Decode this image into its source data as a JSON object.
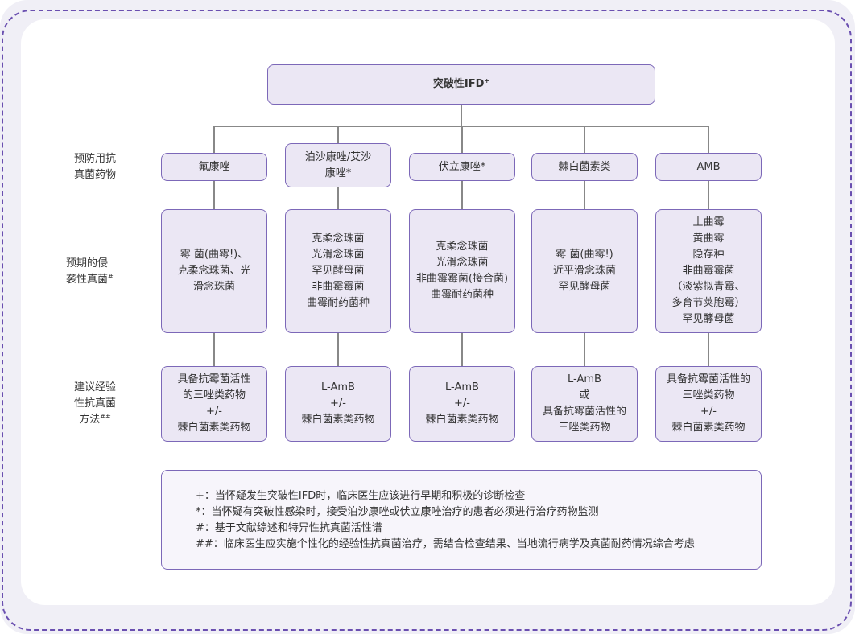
{
  "colors": {
    "frame_dash": "#6a4fb0",
    "frame_bg": "#f0eff6",
    "box_fill": "#ebe7f4",
    "box_border": "#7c68b8",
    "connector": "#888888",
    "text": "#333333"
  },
  "root": {
    "text": "突破性IFD",
    "sup": "+"
  },
  "row_labels": [
    {
      "lines": [
        "预防用抗",
        "真菌药物"
      ],
      "sup": ""
    },
    {
      "lines": [
        "预期的侵",
        "袭性真菌"
      ],
      "sup": "#"
    },
    {
      "lines": [
        "建议经验",
        "性抗真菌",
        "方法"
      ],
      "sup": "##"
    }
  ],
  "columns": [
    {
      "prophylaxis": [
        "氟康唑"
      ],
      "expected_fungi": [
        "霉 菌(曲霉!)、",
        "克柔念珠菌、光",
        "滑念珠菌"
      ],
      "recommended": [
        "具备抗霉菌活性",
        "的三唑类药物",
        "+/-",
        "棘白菌素类药物"
      ]
    },
    {
      "prophylaxis": [
        "泊沙康唑/艾沙",
        "康唑*"
      ],
      "expected_fungi": [
        "克柔念珠菌",
        "光滑念珠菌",
        "罕见酵母菌",
        "非曲霉霉菌",
        "曲霉耐药菌种"
      ],
      "recommended": [
        "L-AmB",
        "+/-",
        "棘白菌素类药物"
      ]
    },
    {
      "prophylaxis": [
        "伏立康唑*"
      ],
      "expected_fungi": [
        "克柔念珠菌",
        "光滑念珠菌",
        "非曲霉霉菌(接合菌)",
        "曲霉耐药菌种"
      ],
      "recommended": [
        "L-AmB",
        "+/-",
        "棘白菌素类药物"
      ]
    },
    {
      "prophylaxis": [
        "棘白菌素类"
      ],
      "expected_fungi": [
        "霉 菌(曲霉!)",
        "近平滑念珠菌",
        "罕见酵母菌"
      ],
      "recommended": [
        "L-AmB",
        "或",
        "具备抗霉菌活性的",
        "三唑类药物"
      ]
    },
    {
      "prophylaxis": [
        "AMB"
      ],
      "expected_fungi": [
        "土曲霉",
        "黄曲霉",
        "隐存种",
        "非曲霉霉菌",
        "（淡紫拟青霉、",
        "多育节荚胞霉）",
        "罕见酵母菌"
      ],
      "recommended": [
        "具备抗霉菌活性的",
        "三唑类药物",
        "+/-",
        "棘白菌素类药物"
      ]
    }
  ],
  "notes": [
    "+：当怀疑发生突破性IFD时，临床医生应该进行早期和积极的诊断检查",
    "*：当怀疑有突破性感染时，接受泊沙康唑或伏立康唑治疗的患者必须进行治疗药物监测",
    "#：基于文献综述和特异性抗真菌活性谱",
    "##：临床医生应实施个性化的经验性抗真菌治疗，需结合检查结果、当地流行病学及真菌耐药情况综合考虑"
  ]
}
